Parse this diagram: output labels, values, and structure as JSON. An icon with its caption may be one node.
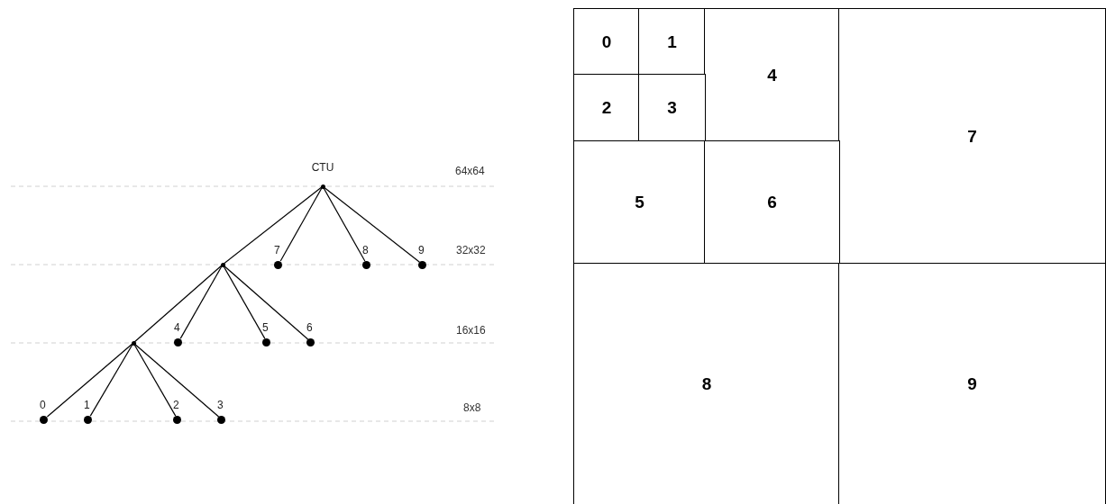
{
  "diagram": {
    "nodes": [
      {
        "text": [
          "CTU"
        ]
      },
      {
        "text": [],
        "shape": "point"
      },
      {
        "text": [
          "7"
        ]
      },
      {
        "text": [
          "8"
        ]
      },
      {
        "text": [
          "9"
        ]
      },
      {
        "text": [],
        "shape": "point"
      },
      {
        "text": [
          "4"
        ]
      },
      {
        "text": [
          "5"
        ]
      },
      {
        "text": [
          "6"
        ]
      },
      {
        "text": [
          "0"
        ]
      },
      {
        "text": [
          "1"
        ]
      },
      {
        "text": [
          "2"
        ]
      },
      {
        "text": [
          "3"
        ]
      },
      {
        "text": [
          "0"
        ]
      },
      {
        "text": [
          "1"
        ]
      },
      {
        "text": [
          "4"
        ]
      },
      {
        "text": [
          "7"
        ]
      },
      {
        "text": [
          "2"
        ]
      },
      {
        "text": [
          "3"
        ]
      },
      {
        "text": [
          "5"
        ]
      },
      {
        "text": [
          "6"
        ]
      },
      {
        "text": [
          "8"
        ]
      },
      {
        "text": [
          "9"
        ]
      }
    ],
    "edges": [
      {
        "from": 0,
        "to": 1,
        "arrow": "none"
      },
      {
        "from": 0,
        "to": 2,
        "arrow": "none"
      },
      {
        "from": 0,
        "to": 3,
        "arrow": "none"
      },
      {
        "from": 0,
        "to": 4,
        "arrow": "none"
      },
      {
        "from": 1,
        "to": 5,
        "arrow": "none"
      },
      {
        "from": 1,
        "to": 6,
        "arrow": "none"
      },
      {
        "from": 1,
        "to": 7,
        "arrow": "none"
      },
      {
        "from": 1,
        "to": 8,
        "arrow": "none"
      },
      {
        "from": 5,
        "to": 9,
        "arrow": "none"
      },
      {
        "from": 5,
        "to": 10,
        "arrow": "none"
      },
      {
        "from": 5,
        "to": 11,
        "arrow": "none"
      },
      {
        "from": 5,
        "to": 12,
        "arrow": "none"
      }
    ],
    "labels": [
      "64x64",
      "32x32",
      "16x16",
      "8x8"
    ]
  }
}
